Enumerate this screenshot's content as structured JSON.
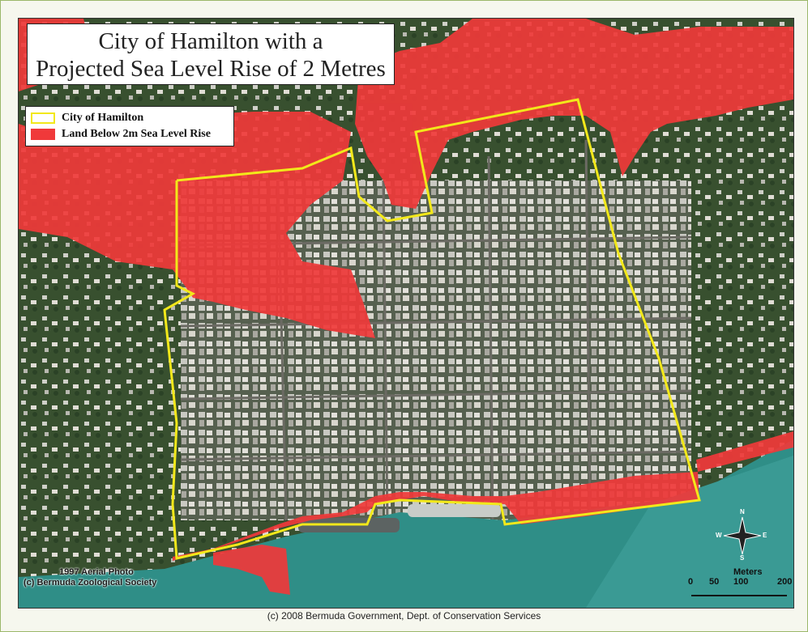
{
  "title": {
    "line1": "City of Hamilton with a",
    "line2": "Projected Sea Level Rise of 2 Metres"
  },
  "legend": {
    "items": [
      {
        "label": "City of Hamilton",
        "color": "#f2e81a"
      },
      {
        "label": "Land Below 2m Sea Level Rise",
        "color": "#f0393a"
      }
    ]
  },
  "credits": {
    "aerial": "1997 Aerial Photo",
    "society": "(c) Bermuda Zoological Society"
  },
  "footer": "(c) 2008 Bermuda Government, Dept. of Conservation Services",
  "scale": {
    "unit": "Meters",
    "labels": [
      "0",
      "50",
      "100",
      "200"
    ]
  },
  "compass": {
    "n": "N",
    "s": "S",
    "e": "E",
    "w": "W"
  }
}
